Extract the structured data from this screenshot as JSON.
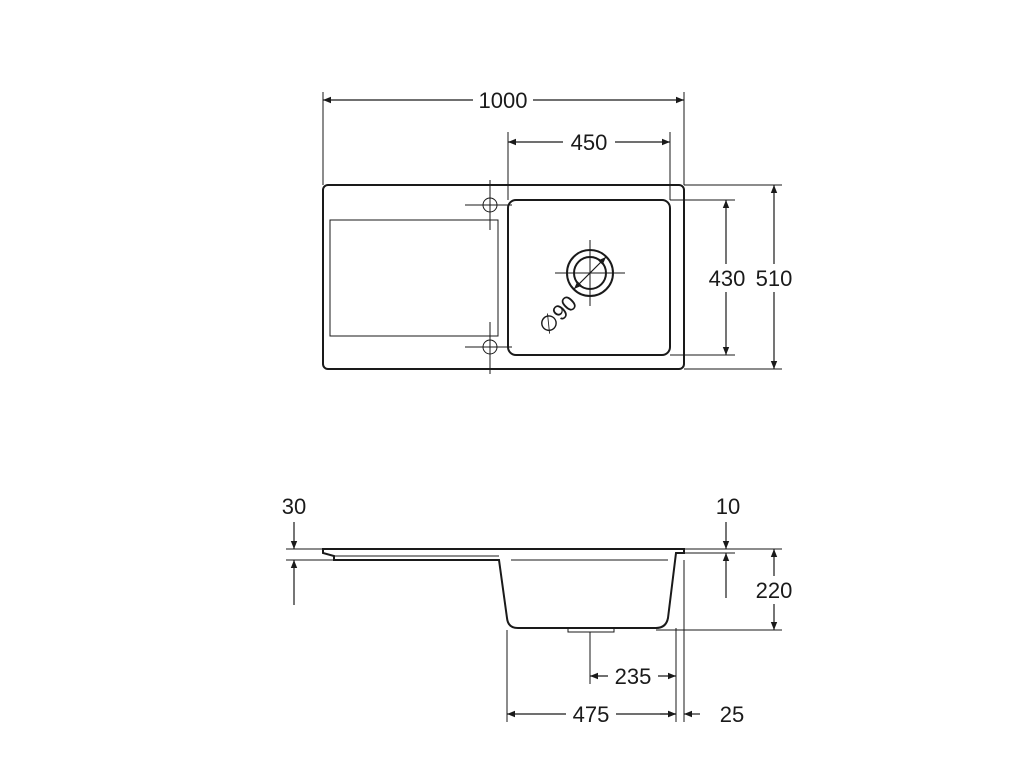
{
  "top_view": {
    "overall_width": "1000",
    "bowl_width": "450",
    "bowl_depth": "430",
    "overall_depth": "510",
    "drain_diameter": "∅90"
  },
  "side_view": {
    "drainer_height": "30",
    "rim_height": "10",
    "bowl_height": "220",
    "drain_offset": "235",
    "bowl_outer_width": "475",
    "rim_offset": "25"
  }
}
